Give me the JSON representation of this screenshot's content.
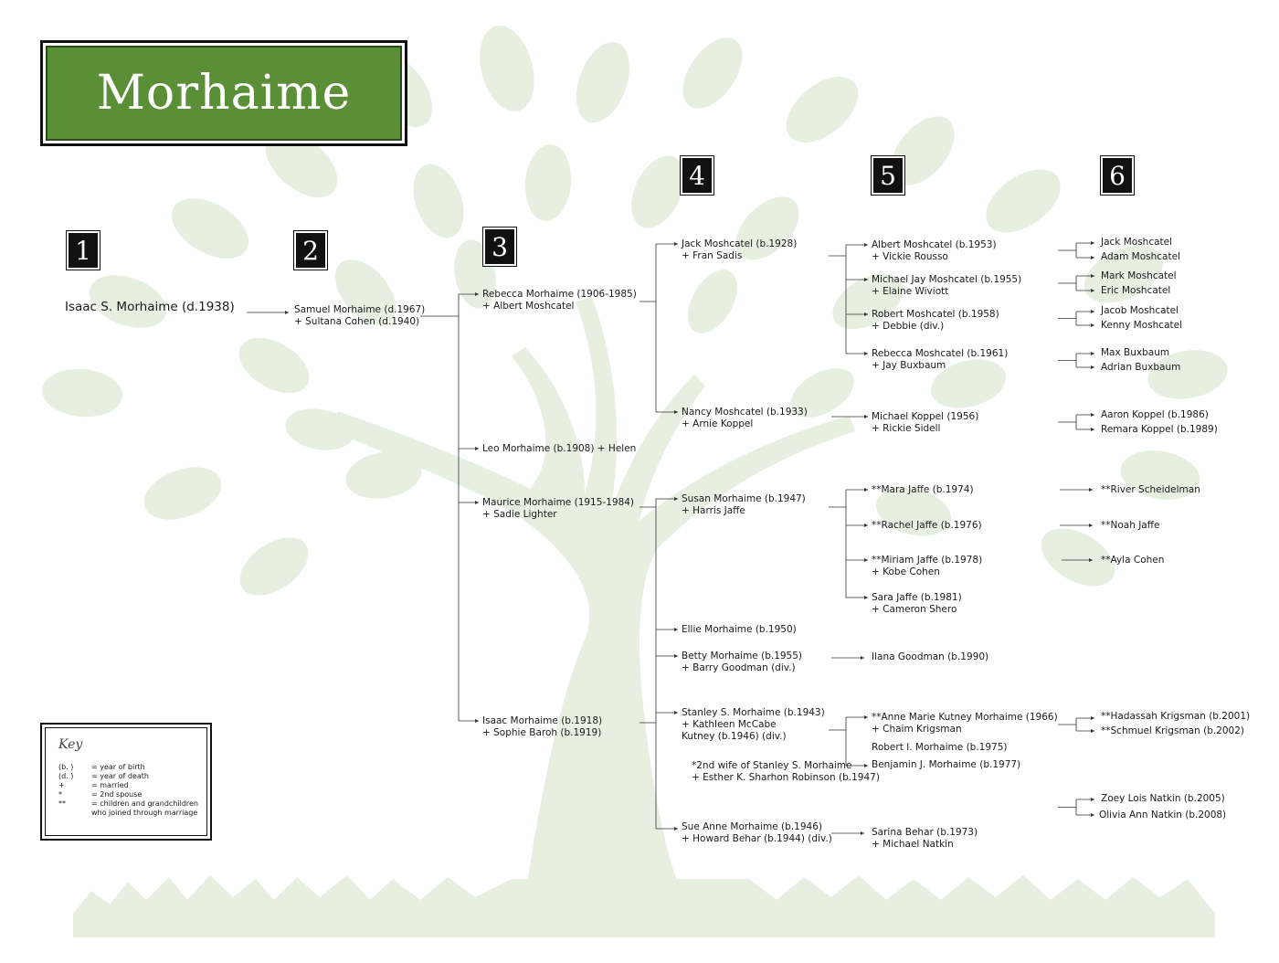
{
  "title": "Morhaime",
  "generations": [
    "1",
    "2",
    "3",
    "4",
    "5",
    "6"
  ],
  "key": {
    "title": "Key",
    "rows": [
      {
        "symbol": "(b.     )",
        "meaning": "= year of birth"
      },
      {
        "symbol": "(d.     )",
        "meaning": "= year of death"
      },
      {
        "symbol": "+",
        "meaning": "= married"
      },
      {
        "symbol": "*",
        "meaning": "= 2nd spouse"
      },
      {
        "symbol": "**",
        "meaning": "= children and grandchildren"
      },
      {
        "symbol": "",
        "meaning": "who joined through marriage"
      }
    ]
  },
  "people": {
    "g1_isaac": [
      "Isaac S. Morhaime (d.1938)"
    ],
    "g2_samuel": [
      "Samuel Morhaime (d.1967)",
      "+ Sultana Cohen (d.1940)"
    ],
    "g3_rebecca": [
      "Rebecca Morhaime (1906-1985)",
      "+ Albert Moshcatel"
    ],
    "g3_leo": [
      "Leo Morhaime (b.1908) + Helen"
    ],
    "g3_maurice": [
      "Maurice Morhaime (1915-1984)",
      "+ Sadie Lighter"
    ],
    "g3_isaac": [
      "Isaac Morhaime (b.1918)",
      "+ Sophie Baroh (b.1919)"
    ],
    "g4_jack": [
      "Jack Moshcatel (b.1928)",
      "+ Fran Sadis"
    ],
    "g4_nancy": [
      "Nancy Moshcatel (b.1933)",
      "+ Arnie Koppel"
    ],
    "g4_susan": [
      "Susan Morhaime (b.1947)",
      "+ Harris Jaffe"
    ],
    "g4_ellie": [
      "Ellie Morhaime (b.1950)"
    ],
    "g4_betty": [
      "Betty Morhaime (b.1955)",
      "+ Barry Goodman (div.)"
    ],
    "g4_stanley": [
      "Stanley S. Morhaime (b.1943)",
      "+ Kathleen McCabe",
      "Kutney (b.1946) (div.)"
    ],
    "g4_stanley_2nd": [
      "*2nd wife of Stanley S. Morhaime",
      "+ Esther K. Sharhon Robinson (b.1947)"
    ],
    "g4_sueanne": [
      "Sue Anne Morhaime (b.1946)",
      "+ Howard Behar (b.1944) (div.)"
    ],
    "g5_albert": [
      "Albert Moshcatel (b.1953)",
      "+ Vickie Rousso"
    ],
    "g5_michaeljay": [
      "Michael Jay Moshcatel (b.1955)",
      "+ Elaine Wiviott"
    ],
    "g5_robert": [
      "Robert Moshcatel (b.1958)",
      "+ Debbie (div.)"
    ],
    "g5_rebecca": [
      "Rebecca Moshcatel (b.1961)",
      "+ Jay Buxbaum"
    ],
    "g5_michaelk": [
      "Michael Koppel (1956)",
      "+ Rickie Sidell"
    ],
    "g5_mara": [
      "**Mara Jaffe (b.1974)"
    ],
    "g5_rachel": [
      "**Rachel Jaffe (b.1976)"
    ],
    "g5_miriam": [
      "**Miriam Jaffe (b.1978)",
      "+ Kobe Cohen"
    ],
    "g5_sara": [
      "Sara Jaffe (b.1981)",
      "+ Cameron Shero"
    ],
    "g5_ilana": [
      "Ilana Goodman (b.1990)"
    ],
    "g5_annemarie": [
      "**Anne Marie Kutney Morhaime (1966)",
      "+ Chaim Krigsman"
    ],
    "g5_roberti": [
      "Robert I. Morhaime (b.1975)"
    ],
    "g5_benjamin": [
      "Benjamin J. Morhaime (b.1977)"
    ],
    "g5_sarina": [
      "Sarina Behar (b.1973)",
      "+ Michael Natkin"
    ],
    "g6_jack": [
      "Jack Moshcatel"
    ],
    "g6_adam": [
      "Adam Moshcatel"
    ],
    "g6_mark": [
      "Mark Moshcatel"
    ],
    "g6_eric": [
      "Eric Moshcatel"
    ],
    "g6_jacob": [
      "Jacob Moshcatel"
    ],
    "g6_kenny": [
      "Kenny Moshcatel"
    ],
    "g6_max": [
      "Max Buxbaum"
    ],
    "g6_adrian": [
      "Adrian Buxbaum"
    ],
    "g6_aaron": [
      "Aaron Koppel (b.1986)"
    ],
    "g6_remara": [
      "Remara Koppel (b.1989)"
    ],
    "g6_river": [
      "**River Scheidelman"
    ],
    "g6_noah": [
      "**Noah Jaffe"
    ],
    "g6_ayla": [
      "**Ayla Cohen"
    ],
    "g6_hadassah": [
      "**Hadassah Krigsman (b.2001)"
    ],
    "g6_schmuel": [
      "**Schmuel Krigsman (b.2002)"
    ],
    "g6_zoey": [
      "Zoey Lois Natkin (b.2005)"
    ],
    "g6_olivia": [
      "Olivia Ann Natkin (b.2008)"
    ]
  }
}
